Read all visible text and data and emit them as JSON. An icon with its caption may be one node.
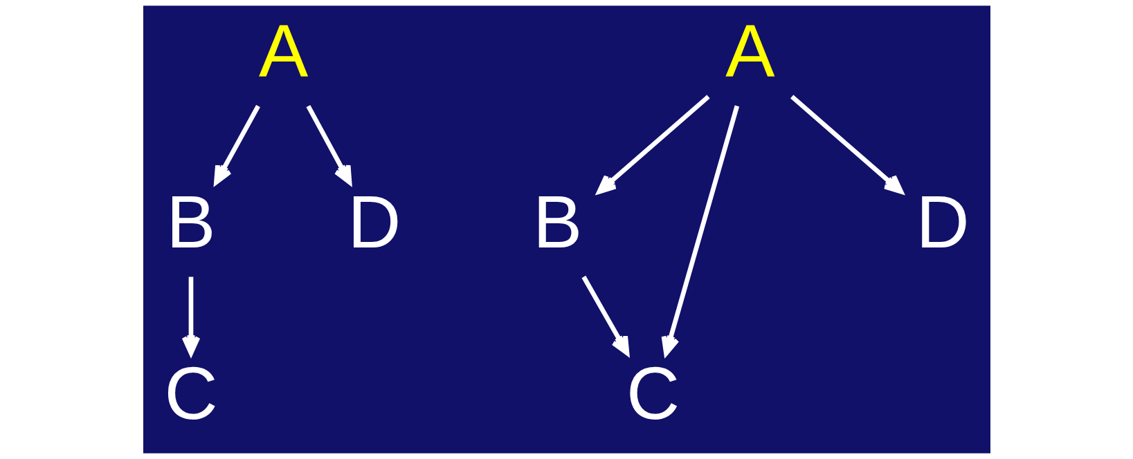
{
  "diagram": {
    "nodes": [
      {
        "text": [
          "A"
        ]
      },
      {
        "text": [
          "B"
        ]
      },
      {
        "text": [
          "D"
        ]
      },
      {
        "text": [
          "C"
        ]
      },
      {
        "text": [
          "A"
        ]
      },
      {
        "text": [
          "B"
        ]
      },
      {
        "text": [
          "C"
        ]
      },
      {
        "text": [
          "D"
        ]
      }
    ],
    "edges": [
      {
        "from": 0,
        "to": 1,
        "arrow": "to"
      },
      {
        "from": 0,
        "to": 2,
        "arrow": "to"
      },
      {
        "from": 1,
        "to": 3,
        "arrow": "to"
      },
      {
        "from": 4,
        "to": 5,
        "arrow": "to"
      },
      {
        "from": 4,
        "to": 6,
        "arrow": "to"
      },
      {
        "from": 4,
        "to": 7,
        "arrow": "to"
      },
      {
        "from": 5,
        "to": 6,
        "arrow": "to"
      }
    ]
  }
}
